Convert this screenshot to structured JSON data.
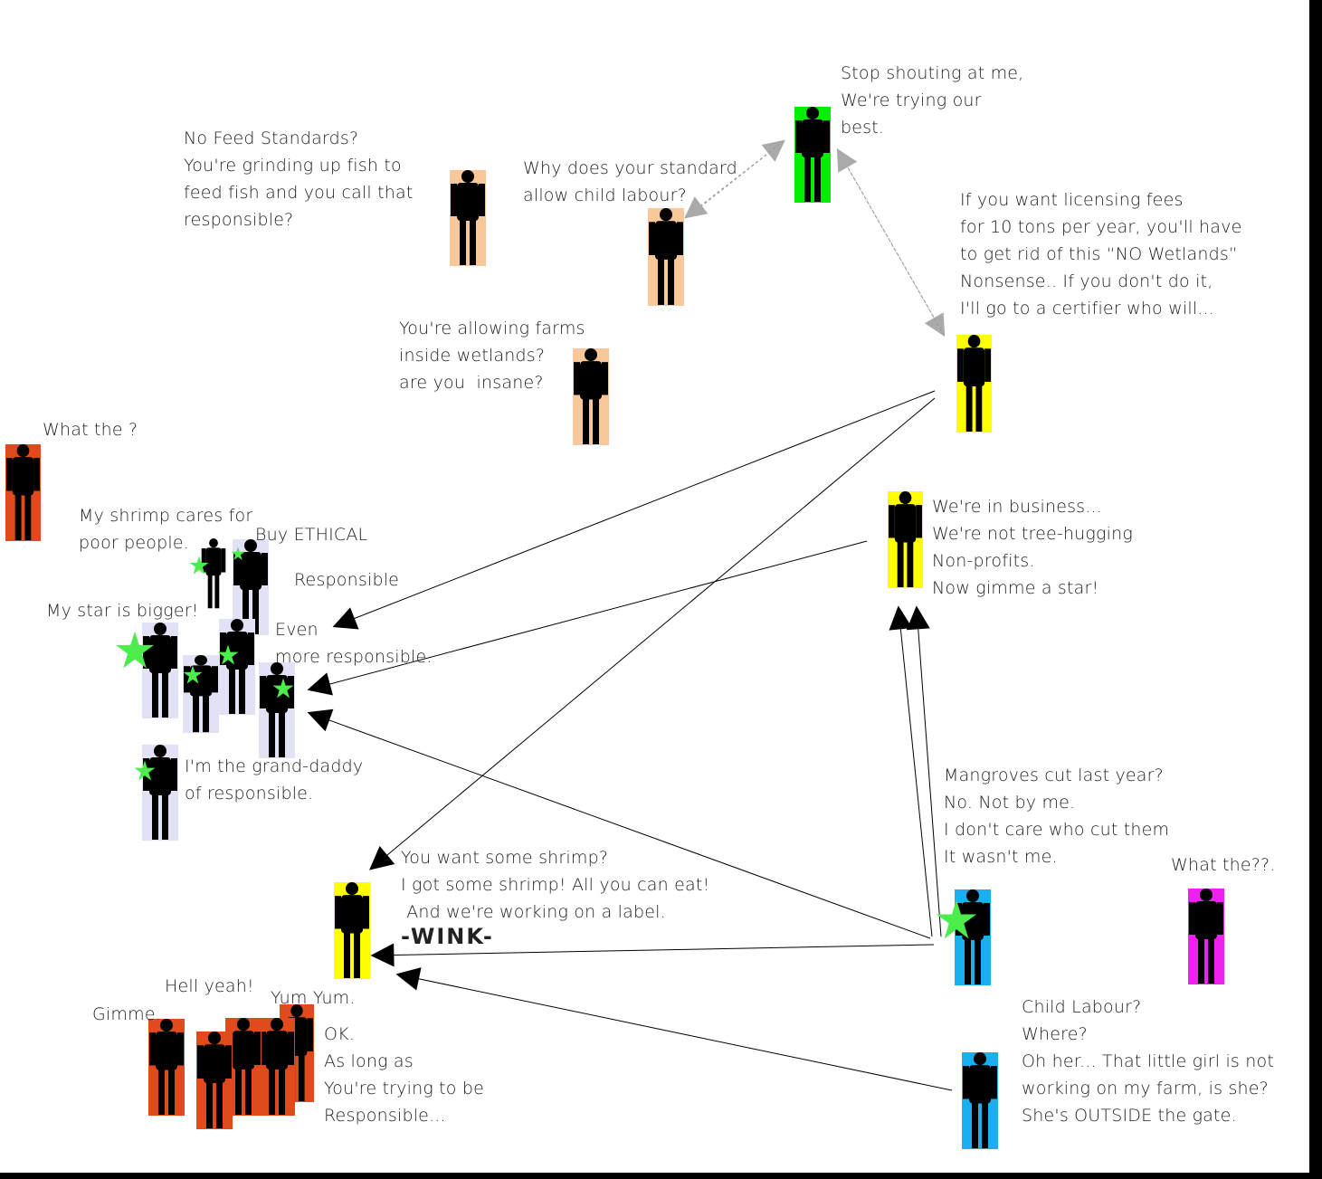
{
  "colors": {
    "background": "#ffffff",
    "frame": "#000000",
    "figure": "#000000",
    "star": "#4cec4c",
    "text": "#222222",
    "arrow": "#000000",
    "dashed_arrow": "#999999",
    "green_box": "#00ee00",
    "peach_box": "#f8c89a",
    "yellow_box": "#ffff00",
    "red_box": "#e04a1c",
    "lavender_box": "#e2e2f6",
    "blue_box": "#18b0f0",
    "magenta_box": "#ee22ee"
  },
  "icons": {
    "person": "stick-person-icon",
    "star": "star-icon"
  },
  "labels": {
    "green_certifier": [
      "Stop shouting at me,",
      "We're trying our",
      "best."
    ],
    "peach_feed": [
      "No Feed Standards?",
      "You're grinding up fish to",
      "feed fish and you call that",
      "responsible?"
    ],
    "peach_child": [
      "Why does your standard",
      "allow child labour?"
    ],
    "peach_wetlands": [
      "You're allowing farms",
      "inside wetlands?",
      "are you  insane?"
    ],
    "yellow_fees": [
      "If you want licensing fees",
      "for 10 tons per year, you'll have",
      "to get rid of this “NO Wetlands”",
      "Nonsense.. If you don't do it,",
      "I'll go to a certifier who will..."
    ],
    "red_what": [
      "What the ?"
    ],
    "shrimp_cares": [
      "My shrimp cares for",
      "poor people."
    ],
    "buy_ethical": [
      "Buy ETHICAL"
    ],
    "responsible": [
      "Responsible"
    ],
    "star_bigger": [
      "My star is bigger!"
    ],
    "even_more": [
      "Even",
      "more responsible."
    ],
    "grand_daddy": [
      "I'm the grand-daddy",
      "of responsible."
    ],
    "yellow_business": [
      "We're in business...",
      "We're not tree-hugging",
      "Non-profits.",
      "Now gimme a star!"
    ],
    "blue_mangroves": [
      "Mangroves cut last year?",
      "No. Not by me.",
      "I don't care who cut them",
      "It wasn't me."
    ],
    "magenta_what": [
      "What the??."
    ],
    "yellow_shrimp": [
      "You want some shrimp?",
      "I got some shrimp! All you can eat!",
      " And we're working on a label."
    ],
    "wink": [
      "-WINK-"
    ],
    "hell_yeah": [
      "Hell yeah!"
    ],
    "yum_yum": [
      "Yum Yum."
    ],
    "gimme": [
      "Gimme."
    ],
    "ok_trying": [
      "OK.",
      "As long as",
      "You're trying to be",
      "Responsible..."
    ],
    "blue_child": [
      "Child Labour?",
      "Where?",
      "Oh her... That little girl is not",
      "working on my farm, is she?",
      "She's OUTSIDE the gate."
    ]
  }
}
